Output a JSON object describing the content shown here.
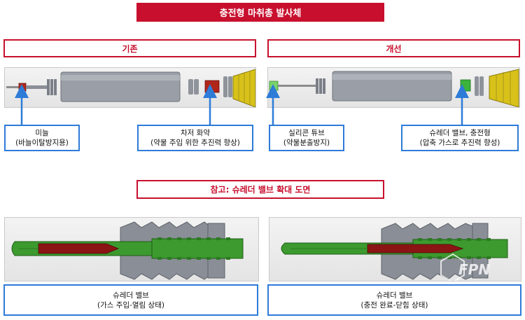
{
  "title": "충전형 마취총 발사체",
  "sections": {
    "existing": "기존",
    "improved": "개선",
    "reference": "참고: 슈레더 밸브 확대 도면"
  },
  "labels": {
    "needle": {
      "line1": "미늘",
      "line2": "(바늘이탈방지용)"
    },
    "secondary_powder": {
      "line1": "차저 화약",
      "line2": "(약물 주입 위한 추진력 향상)"
    },
    "silicone_tube": {
      "line1": "실리콘 튜브",
      "line2": "(약물분출방지)"
    },
    "schrader_charge": {
      "line1": "슈레더 밸브, 충전형",
      "line2": "(압축 가스로 추진력 향성)"
    },
    "valve_open": {
      "line1": "슈레더 밸브",
      "line2": "(가스 주입-열림 상태)"
    },
    "valve_closed": {
      "line1": "슈레더 밸브",
      "line2": "(충전 완료-닫힘 상태)"
    }
  },
  "watermark": "FPN",
  "colors": {
    "title_red": "#c8102e",
    "label_blue": "#2e7bd8",
    "valve_green": "#2e9a2e",
    "pin_red": "#8b1414",
    "body_gray": "#9a9ea6",
    "cap_yellow": "#d8c21a"
  }
}
